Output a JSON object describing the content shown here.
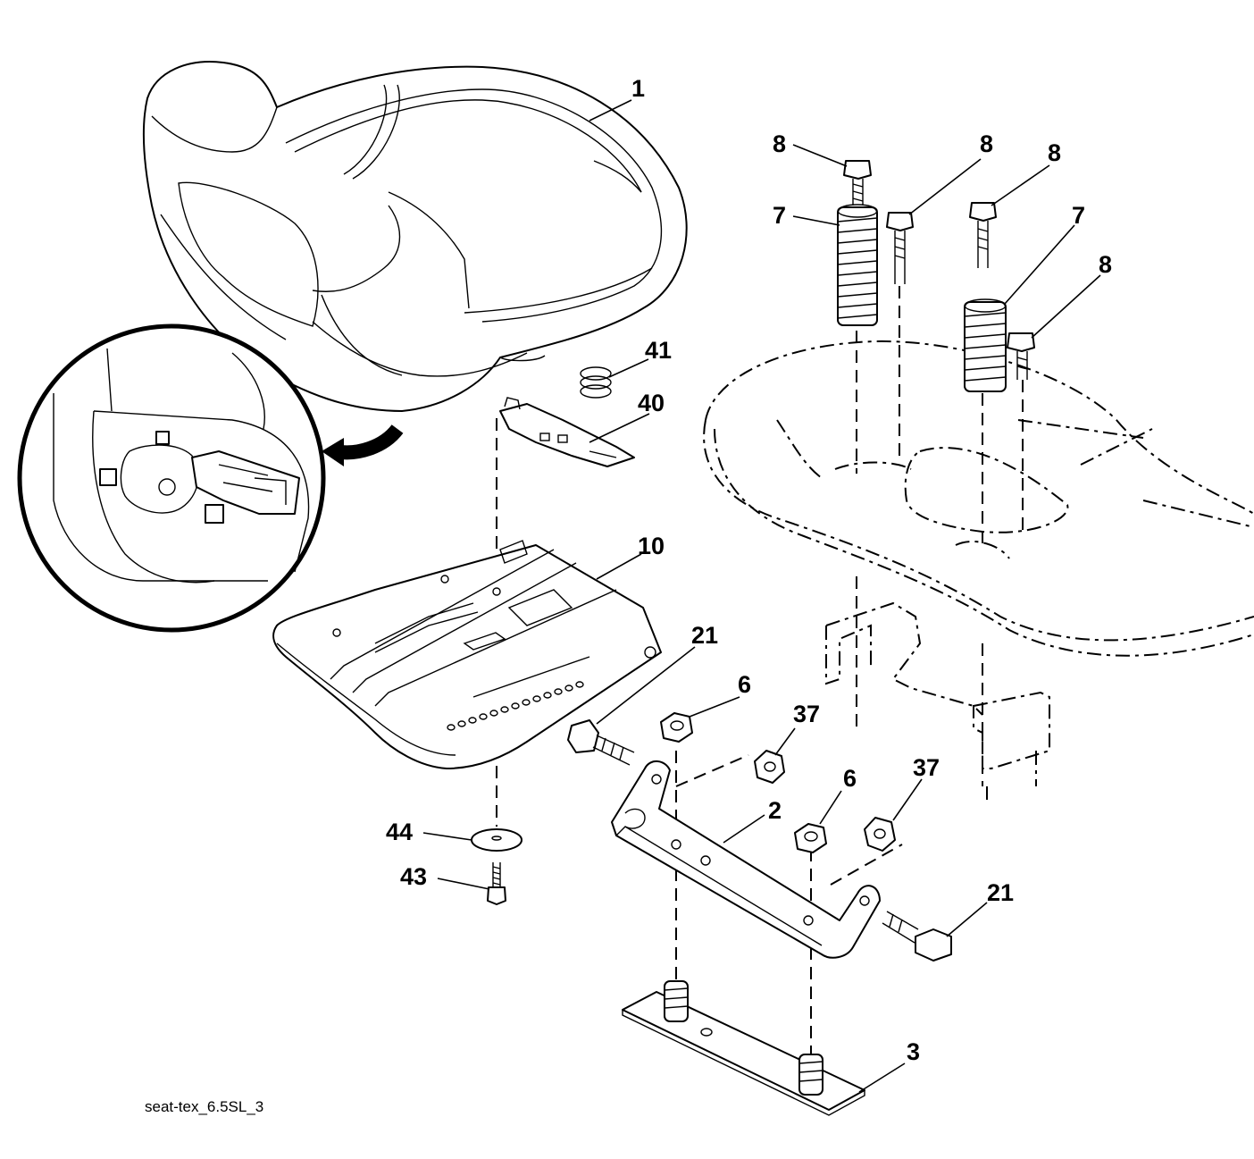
{
  "diagram": {
    "caption": "seat-tex_6.5SL_3",
    "callouts": [
      {
        "key": "c1",
        "text": "1"
      },
      {
        "key": "c8a",
        "text": "8"
      },
      {
        "key": "c8b",
        "text": "8"
      },
      {
        "key": "c8c",
        "text": "8"
      },
      {
        "key": "c8d",
        "text": "8"
      },
      {
        "key": "c7a",
        "text": "7"
      },
      {
        "key": "c7b",
        "text": "7"
      },
      {
        "key": "c41",
        "text": "41"
      },
      {
        "key": "c40",
        "text": "40"
      },
      {
        "key": "c10",
        "text": "10"
      },
      {
        "key": "c21a",
        "text": "21"
      },
      {
        "key": "c6a",
        "text": "6"
      },
      {
        "key": "c37a",
        "text": "37"
      },
      {
        "key": "c6b",
        "text": "6"
      },
      {
        "key": "c37b",
        "text": "37"
      },
      {
        "key": "c2",
        "text": "2"
      },
      {
        "key": "c44",
        "text": "44"
      },
      {
        "key": "c43",
        "text": "43"
      },
      {
        "key": "c21b",
        "text": "21"
      },
      {
        "key": "c3",
        "text": "3"
      }
    ],
    "colors": {
      "line": "#000000",
      "background": "#ffffff"
    }
  }
}
